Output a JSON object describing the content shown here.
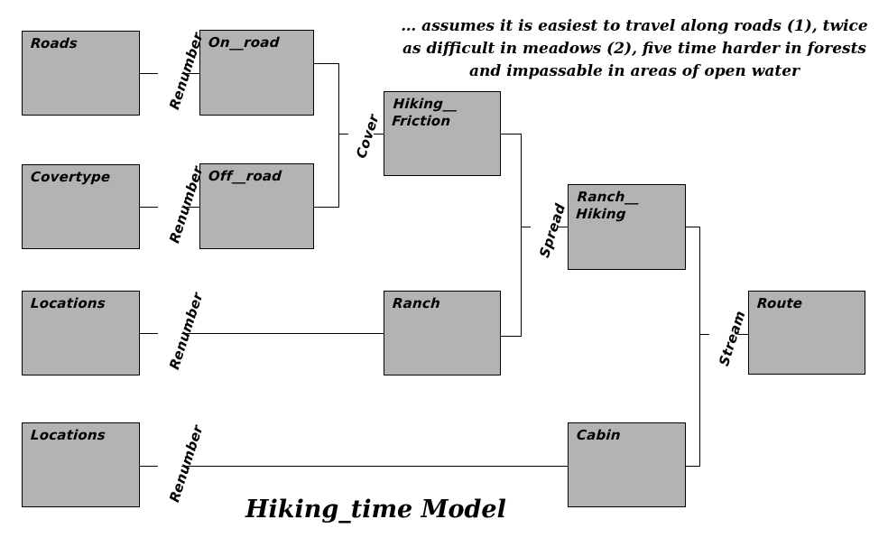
{
  "diagram": {
    "title": "Hiking_time Model",
    "annotation": "… assumes it is easiest to travel along roads (1), twice as difficult in meadows (2), five time harder in forests and impassable in areas of open water",
    "box_fill_color": "#b3b3b3",
    "box_border_color": "#000000",
    "background_color": "#ffffff",
    "nodes": [
      {
        "id": "roads",
        "label": "Roads"
      },
      {
        "id": "on_road",
        "label": "On__road"
      },
      {
        "id": "covertype",
        "label": "Covertype"
      },
      {
        "id": "off_road",
        "label": "Off__road"
      },
      {
        "id": "hiking_friction",
        "label": "Hiking__\nFriction"
      },
      {
        "id": "locations_ranch",
        "label": "Locations"
      },
      {
        "id": "ranch",
        "label": "Ranch"
      },
      {
        "id": "ranch_hiking",
        "label": "Ranch__\nHiking"
      },
      {
        "id": "locations_cabin",
        "label": "Locations"
      },
      {
        "id": "cabin",
        "label": "Cabin"
      },
      {
        "id": "route",
        "label": "Route"
      }
    ],
    "operations": [
      {
        "id": "renumber_roads",
        "label": "Renumber"
      },
      {
        "id": "renumber_covertype",
        "label": "Renumber"
      },
      {
        "id": "renumber_ranch",
        "label": "Renumber"
      },
      {
        "id": "renumber_cabin",
        "label": "Renumber"
      },
      {
        "id": "cover",
        "label": "Cover"
      },
      {
        "id": "spread",
        "label": "Spread"
      },
      {
        "id": "stream",
        "label": "Stream"
      }
    ]
  }
}
